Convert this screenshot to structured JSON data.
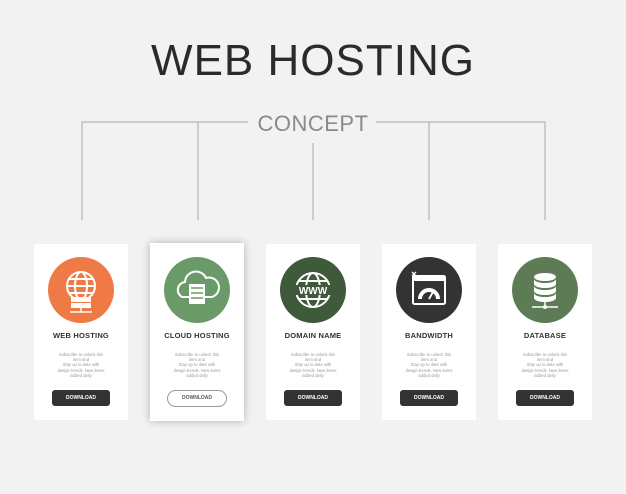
{
  "title": "WEB HOSTING",
  "subtitle": "CONCEPT",
  "cards": [
    {
      "label": "WEB HOSTING",
      "icon": "globe-server-icon",
      "color": "#f07a45",
      "desc": [
        "Subscribe to unlock this",
        "item and",
        "Stay up to date with",
        "design trends. New items",
        "added daily"
      ],
      "button": "DOWNLOAD"
    },
    {
      "label": "CLOUD HOSTING",
      "icon": "cloud-server-icon",
      "color": "#6a9a68",
      "desc": [
        "Subscribe to unlock this",
        "item and",
        "Stay up to date with",
        "design trends. New items",
        "added daily"
      ],
      "button": "DOWNLOAD"
    },
    {
      "label": "DOMAIN NAME",
      "icon": "www-globe-icon",
      "color": "#3f5a3a",
      "desc": [
        "Subscribe to unlock this",
        "item and",
        "Stay up to date with",
        "design trends. New items",
        "added daily"
      ],
      "button": "DOWNLOAD"
    },
    {
      "label": "BANDWIDTH",
      "icon": "speed-gauge-window-icon",
      "color": "#333333",
      "desc": [
        "Subscribe to unlock this",
        "item and",
        "Stay up to date with",
        "design trends. New items",
        "added daily"
      ],
      "button": "DOWNLOAD"
    },
    {
      "label": "DATABASE",
      "icon": "database-network-icon",
      "color": "#5d7c55",
      "desc": [
        "Subscribe to unlock this",
        "item and",
        "Stay up to date with",
        "design trends. New items",
        "added daily"
      ],
      "button": "DOWNLOAD"
    }
  ]
}
